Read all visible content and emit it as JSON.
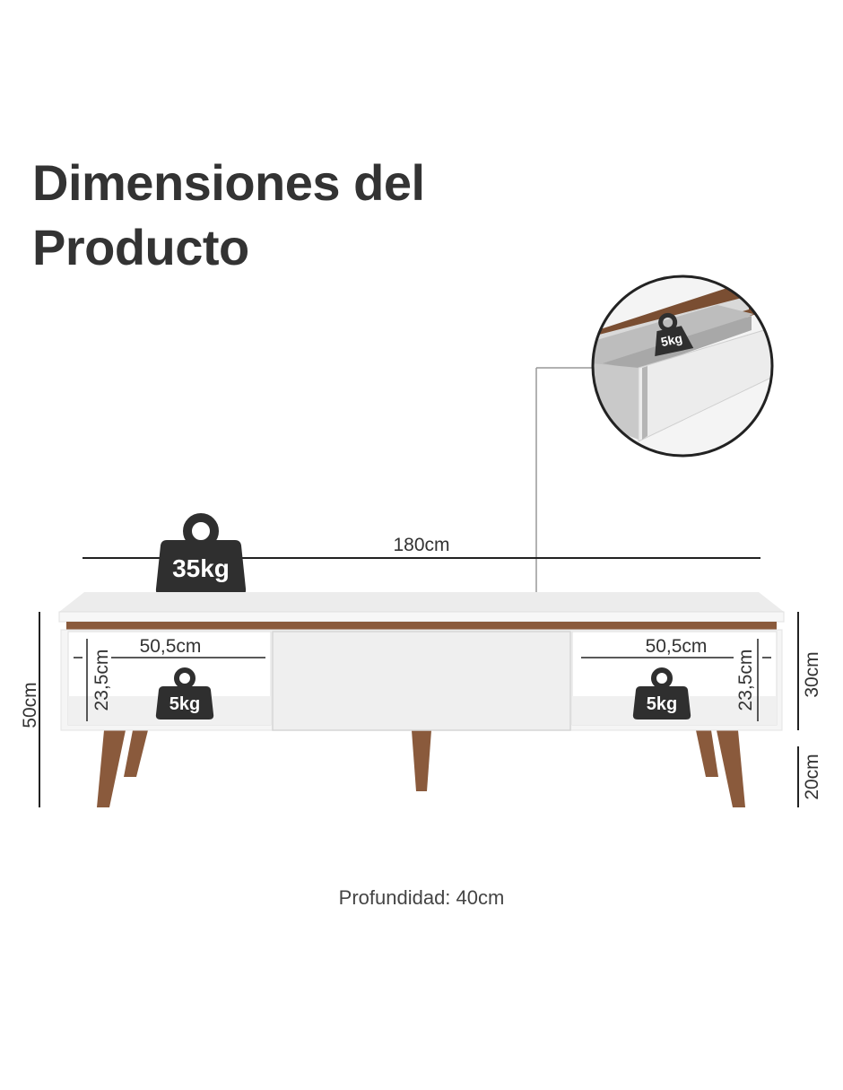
{
  "title": {
    "line1": "Dimensiones del",
    "line2": "Producto"
  },
  "dimensions": {
    "total_width": "180cm",
    "total_height": "50cm",
    "cabinet_height": "30cm",
    "leg_height": "20cm",
    "niche_width_left": "50,5cm",
    "niche_width_right": "50,5cm",
    "niche_height_left": "23,5cm",
    "niche_height_right": "23,5cm",
    "depth": "Profundidad: 40cm"
  },
  "weights": {
    "top_load": "35kg",
    "niche_left_load": "5kg",
    "niche_right_load": "5kg",
    "drawer_load": "5kg"
  },
  "icons": [
    "weight-icon",
    "drawer-detail-zoom"
  ],
  "colors": {
    "text": "#333333",
    "wood": "#8a5a3c",
    "panel": "#f2f2f2",
    "weight": "#2f2f2f"
  }
}
